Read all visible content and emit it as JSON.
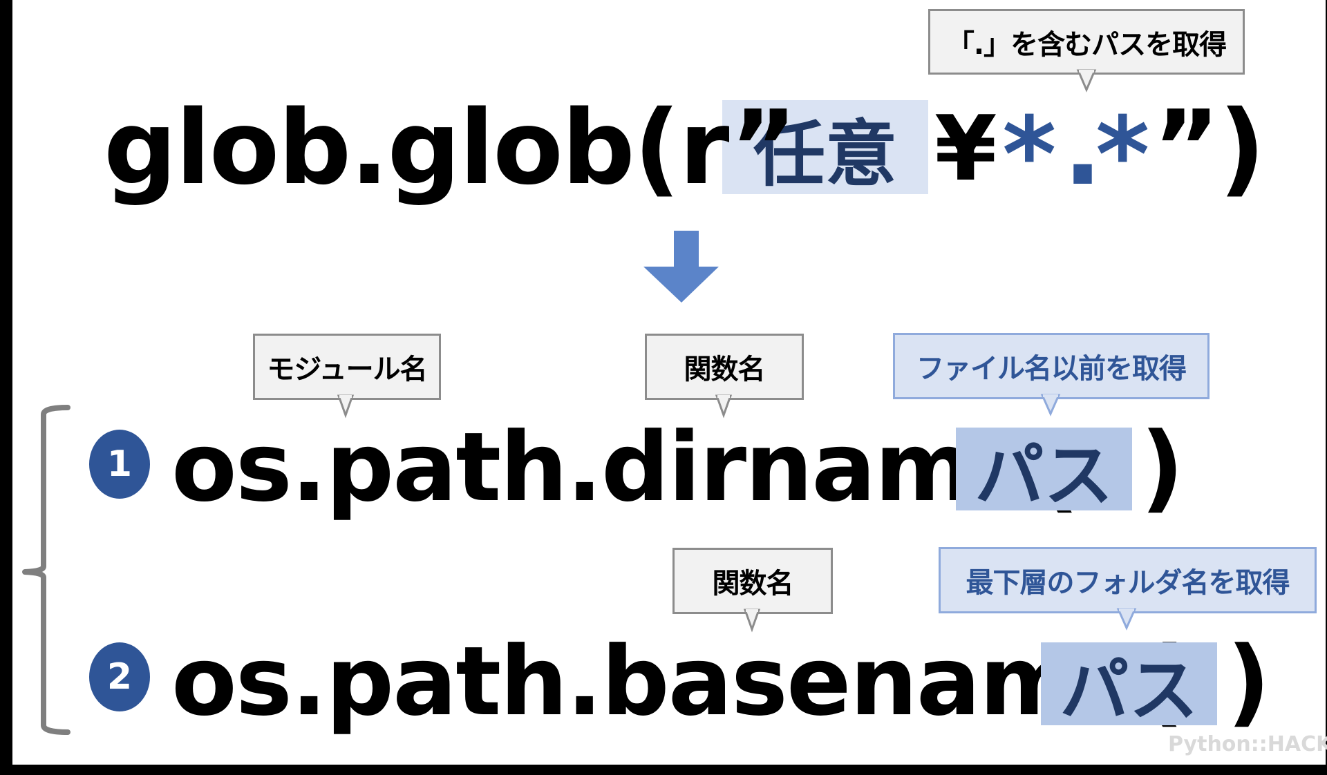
{
  "glob_expression": {
    "prefix": "glob.glob(r”",
    "placeholder": "任意",
    "yen": "¥",
    "star1": "*",
    "dot": ".",
    "star2": "*",
    "suffix": "”)",
    "callout": "「.」を含むパスを取得"
  },
  "arrow": {
    "icon": "down-arrow-icon",
    "color": "#5b84c9"
  },
  "functions": [
    {
      "number": "1",
      "prefix": "os.path.dirname(",
      "argument": "パス",
      "suffix": ")",
      "callouts": {
        "module": "モジュール名",
        "function": "関数名",
        "description": "ファイル名以前を取得"
      }
    },
    {
      "number": "2",
      "prefix": "os.path.basename(",
      "argument": "パス",
      "suffix": ")",
      "callouts": {
        "function": "関数名",
        "description": "最下層のフォルダ名を取得"
      }
    }
  ],
  "watermark": "Python::HACK",
  "colors": {
    "accent_blue": "#2f5597",
    "arrow_blue": "#5b84c9",
    "highlight_light": "#dae3f3",
    "highlight_mid": "#b4c7e7",
    "callout_gray_bg": "#f2f2f2",
    "callout_gray_border": "#8c8c8c",
    "bracket_gray": "#7f7f7f"
  }
}
